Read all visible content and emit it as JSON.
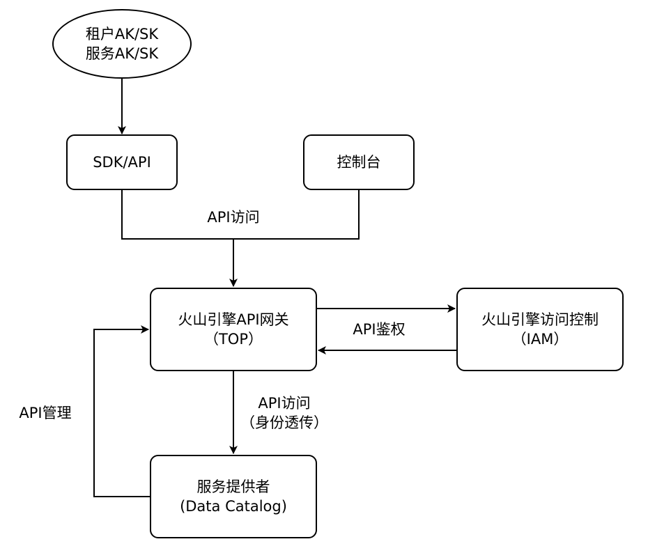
{
  "nodes": {
    "credentials": {
      "line1": "租户AK/SK",
      "line2": "服务AK/SK"
    },
    "sdk_api": {
      "label": "SDK/API"
    },
    "console": {
      "label": "控制台"
    },
    "gateway": {
      "line1": "火山引擎API网关",
      "line2": "（TOP）"
    },
    "iam": {
      "line1": "火山引擎访问控制",
      "line2": "（IAM）"
    },
    "provider": {
      "line1": "服务提供者",
      "line2": "(Data Catalog)"
    }
  },
  "edge_labels": {
    "api_access_top": "API访问",
    "api_auth": "API鉴权",
    "api_access_bottom_line1": "API访问",
    "api_access_bottom_line2": "（身份透传）",
    "api_management": "API管理"
  }
}
